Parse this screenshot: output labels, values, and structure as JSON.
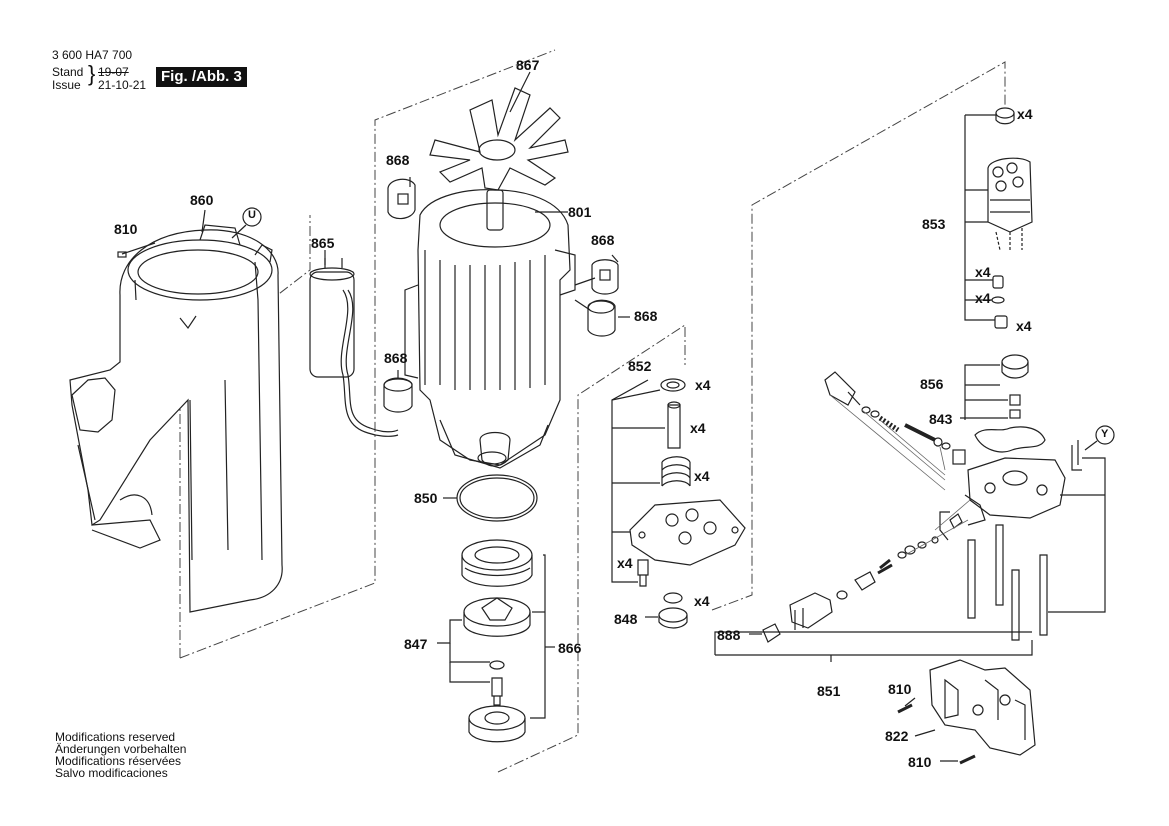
{
  "header": {
    "doc_number": "3 600 HA7 700",
    "stand_label": "Stand",
    "issue_label": "Issue",
    "stand_date": "19-07",
    "issue_date": "21-10-21",
    "figure_label": "Fig. /Abb. 3"
  },
  "footer": {
    "lines": [
      "Modifications reserved",
      "Änderungen vorbehalten",
      "Modifications réservées",
      "Salvo modificaciones"
    ]
  },
  "callouts": {
    "p810a": "810",
    "p860": "860",
    "pU": "U",
    "p865": "865",
    "p867": "867",
    "p868a": "868",
    "p801": "801",
    "p868b": "868",
    "p868c": "868",
    "p868d": "868",
    "p850": "850",
    "p847": "847",
    "p866": "866",
    "p852": "852",
    "q1": "x4",
    "q2": "x4",
    "q3": "x4",
    "q4": "x4",
    "q5": "x4",
    "p848": "848",
    "p853": "853",
    "q6": "x4",
    "q7": "x4",
    "q8": "x4",
    "q9": "x4",
    "p856": "856",
    "p843": "843",
    "pY": "Y",
    "p888": "888",
    "p851": "851",
    "p810b": "810",
    "p822": "822",
    "p810c": "810"
  }
}
